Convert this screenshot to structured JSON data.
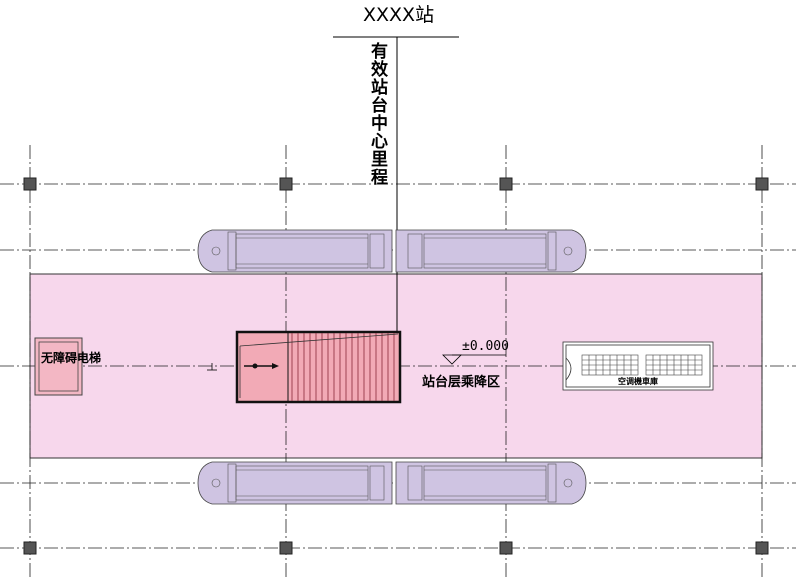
{
  "station": {
    "name": "XXXX站"
  },
  "labels": {
    "center_mileage": "有效站台中心里程",
    "elevation": "±0.000",
    "platform_area": "站台层乘降区",
    "elevator": "无障碍电梯",
    "ac_room": "空调機車庫"
  },
  "colors": {
    "platform_fill": "#f7d7ec",
    "train_fill": "#cfc4e2",
    "stair_fill": "#f2aab6",
    "elevator_fill": "#f3b7c4",
    "column_fill": "#555555"
  }
}
